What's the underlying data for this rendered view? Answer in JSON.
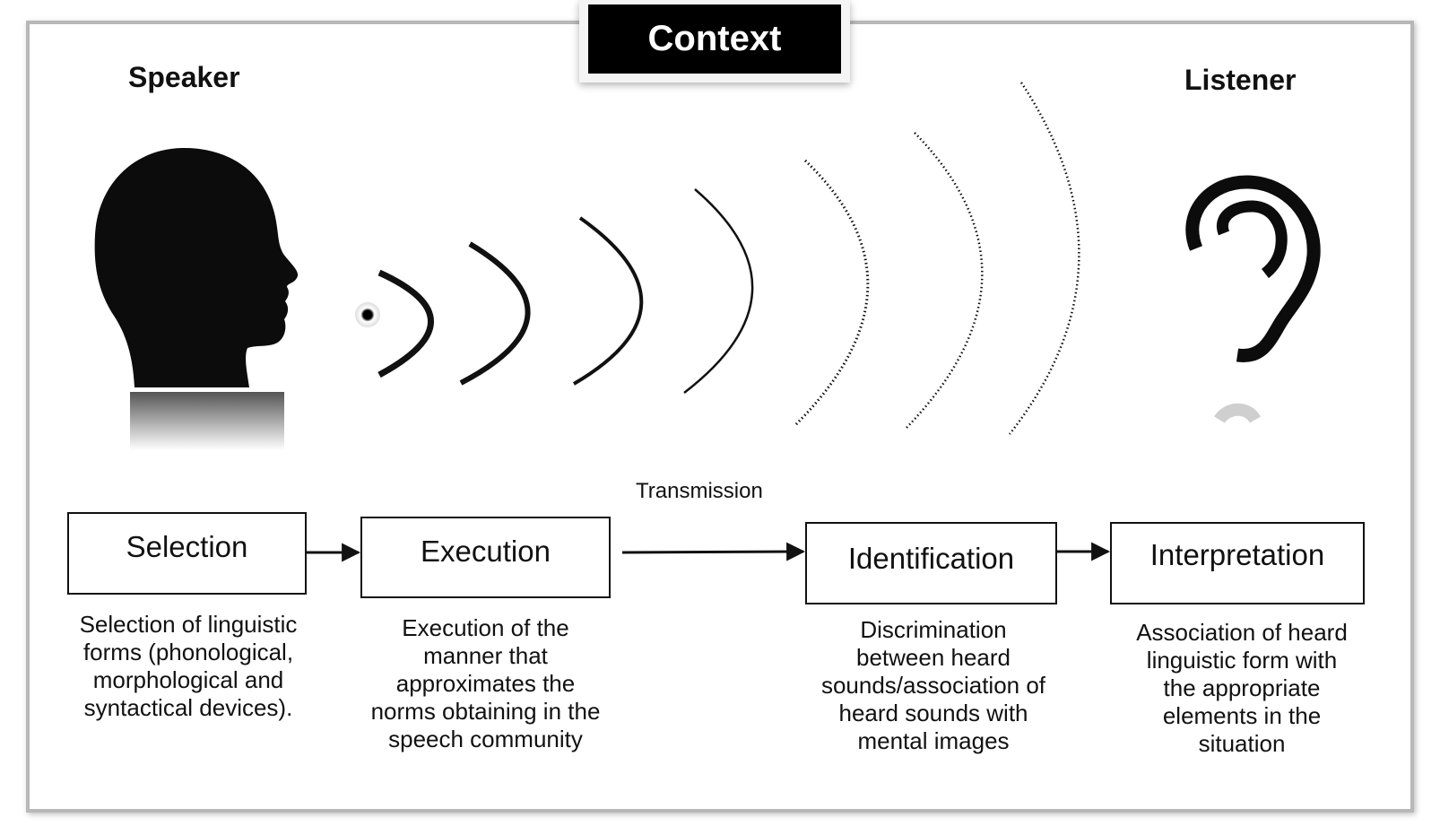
{
  "context": {
    "title": "Context"
  },
  "roles": {
    "speaker": "Speaker",
    "listener": "Listener"
  },
  "transmission": "Transmission",
  "stages": [
    {
      "label": "Selection",
      "description": "Selection of linguistic\nforms (phonological,\nmorphological and\nsyntactical devices)."
    },
    {
      "label": "Execution",
      "description": "Execution of the\nmanner that\napproximates the\nnorms obtaining in the\nspeech community"
    },
    {
      "label": "Identification",
      "description": "Discrimination\nbetween heard\nsounds/association of\nheard sounds with\nmental images"
    },
    {
      "label": "Interpretation",
      "description": "Association of heard\nlinguistic form with\nthe appropriate\nelements in the\nsituation"
    }
  ],
  "icons": {
    "speaker": "head-silhouette-icon",
    "listener": "ear-icon",
    "waves": "sound-wave-icon"
  }
}
